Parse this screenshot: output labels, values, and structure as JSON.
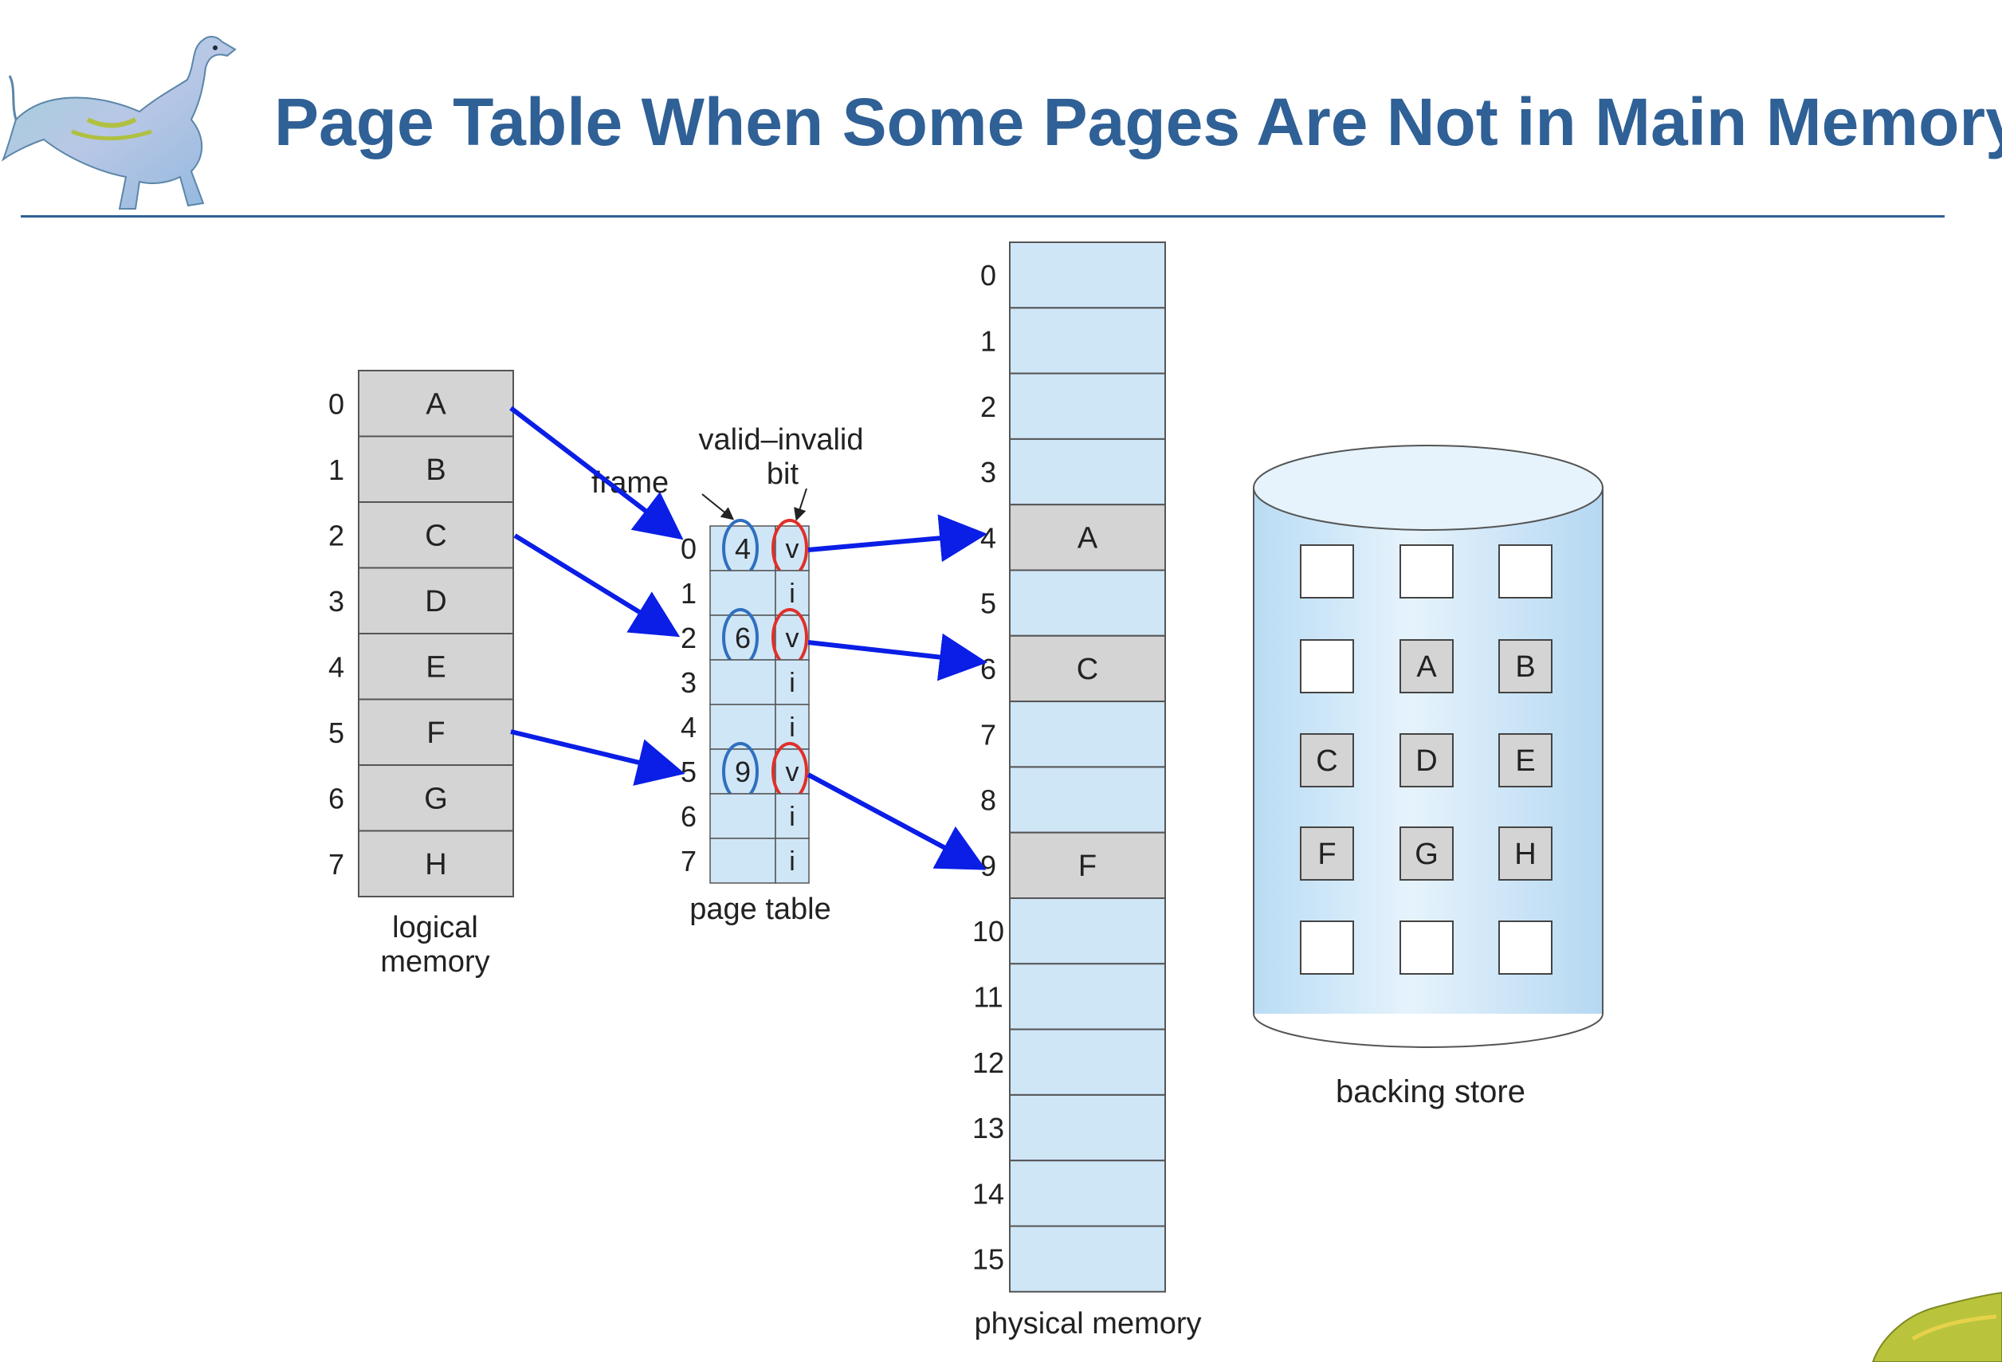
{
  "title": "Page Table When Some Pages Are Not in Main Memory",
  "colors": {
    "title": "#2f6096",
    "page_fill": "#d4d4d4",
    "memory_fill": "#cfe6f7",
    "arrow": "#0a1ee6",
    "frame_circle": "#2f6fbf",
    "valid_circle": "#e0302a"
  },
  "icons": {
    "top_left": "dinosaur-icon",
    "bottom_right": "dinosaur-icon"
  },
  "logical_memory": {
    "label_line1": "logical",
    "label_line2": "memory",
    "indices": [
      "0",
      "1",
      "2",
      "3",
      "4",
      "5",
      "6",
      "7"
    ],
    "pages": [
      "A",
      "B",
      "C",
      "D",
      "E",
      "F",
      "G",
      "H"
    ]
  },
  "page_table": {
    "label": "page table",
    "frame_header": "frame",
    "valid_header_line1": "valid–invalid",
    "valid_header_line2": "bit",
    "indices": [
      "0",
      "1",
      "2",
      "3",
      "4",
      "5",
      "6",
      "7"
    ],
    "frames": [
      "4",
      "",
      "6",
      "",
      "",
      "9",
      "",
      ""
    ],
    "bits": [
      "v",
      "i",
      "v",
      "i",
      "i",
      "v",
      "i",
      "i"
    ]
  },
  "physical_memory": {
    "label": "physical memory",
    "indices": [
      "0",
      "1",
      "2",
      "3",
      "4",
      "5",
      "6",
      "7",
      "8",
      "9",
      "10",
      "11",
      "12",
      "13",
      "14",
      "15"
    ],
    "contents": [
      "",
      "",
      "",
      "",
      "A",
      "",
      "C",
      "",
      "",
      "F",
      "",
      "",
      "",
      "",
      "",
      ""
    ]
  },
  "backing_store": {
    "label": "backing store",
    "grid": [
      [
        "",
        "",
        ""
      ],
      [
        "",
        "A",
        "B"
      ],
      [
        "C",
        "D",
        "E"
      ],
      [
        "F",
        "G",
        "H"
      ],
      [
        "",
        "",
        ""
      ]
    ]
  }
}
